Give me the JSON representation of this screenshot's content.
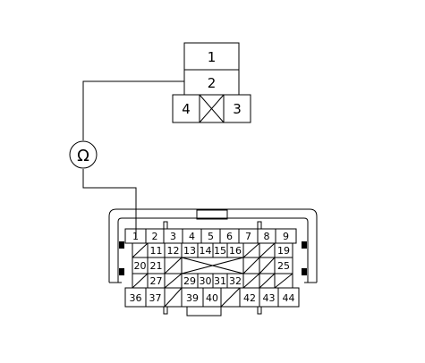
{
  "small_connector": {
    "row1": "1",
    "row2": "2",
    "left": "4",
    "right": "3"
  },
  "meter": {
    "symbol": "Ω"
  },
  "large_connector": {
    "row1": [
      "1",
      "2",
      "3",
      "4",
      "5",
      "6",
      "7",
      "8",
      "9"
    ],
    "row2": [
      "",
      "11",
      "12",
      "13",
      "14",
      "15",
      "16",
      "",
      "",
      "19"
    ],
    "row3_left": [
      "20",
      "21"
    ],
    "row3_right": "25",
    "row4": [
      "",
      "27",
      "",
      "29",
      "30",
      "31",
      "32",
      "",
      "",
      ""
    ],
    "row5": [
      "36",
      "37",
      "",
      "39",
      "40",
      "",
      "42",
      "43",
      "44"
    ]
  }
}
